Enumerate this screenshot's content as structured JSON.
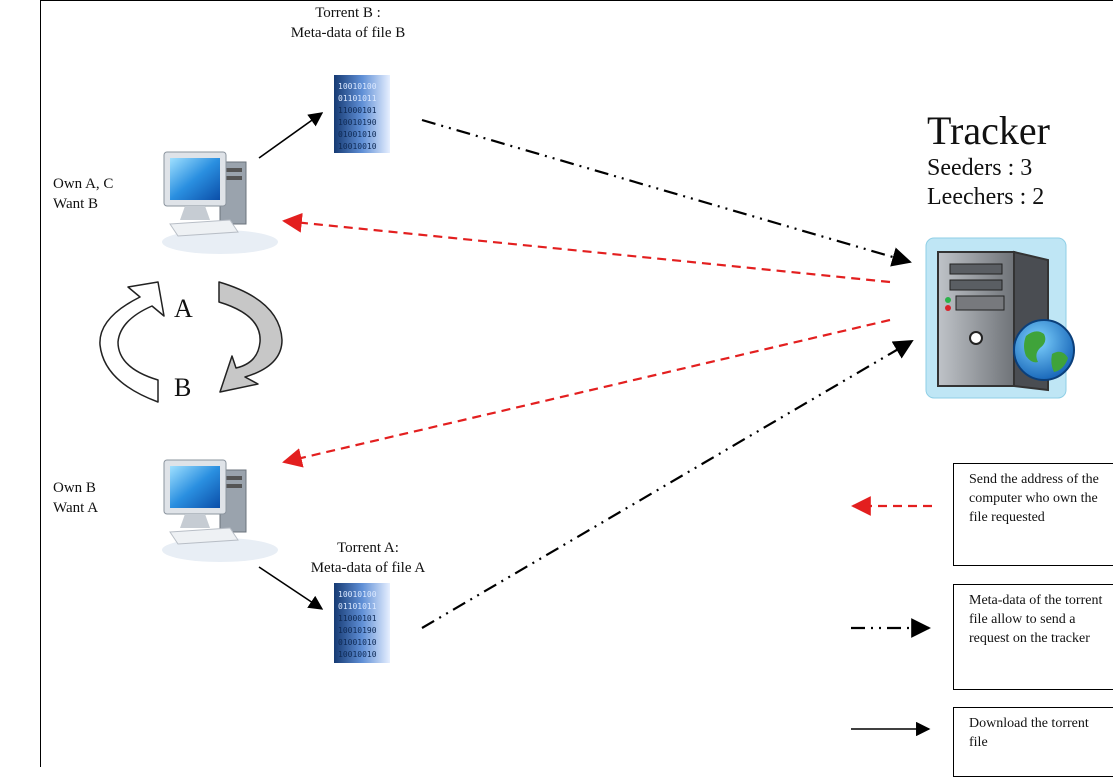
{
  "tracker": {
    "title": "Tracker",
    "seeders": "Seeders : 3",
    "leechers": "Leechers : 2"
  },
  "peer_top": {
    "line1": "Own A, C",
    "line2": "Want B"
  },
  "peer_bottom": {
    "line1": "Own B",
    "line2": "Want A"
  },
  "torrent_b": {
    "line1": "Torrent B :",
    "line2": "Meta-data of file B"
  },
  "torrent_a": {
    "line1": "Torrent A:",
    "line2": "Meta-data of file A"
  },
  "exchange": {
    "top_letter": "A",
    "bottom_letter": "B"
  },
  "legend": {
    "send_address": "Send the address of the computer who own the file requested",
    "metadata": "Meta-data of  the torrent file allow to send a request on the tracker",
    "download": "Download the torrent file"
  },
  "colors": {
    "red_dashed": "#e31f1f",
    "black": "#000000",
    "screen_blue": "#2a7fd4"
  },
  "icons": [
    "computer-icon",
    "server-icon",
    "globe-icon",
    "binary-file-icon",
    "cycle-arrows-icon"
  ]
}
